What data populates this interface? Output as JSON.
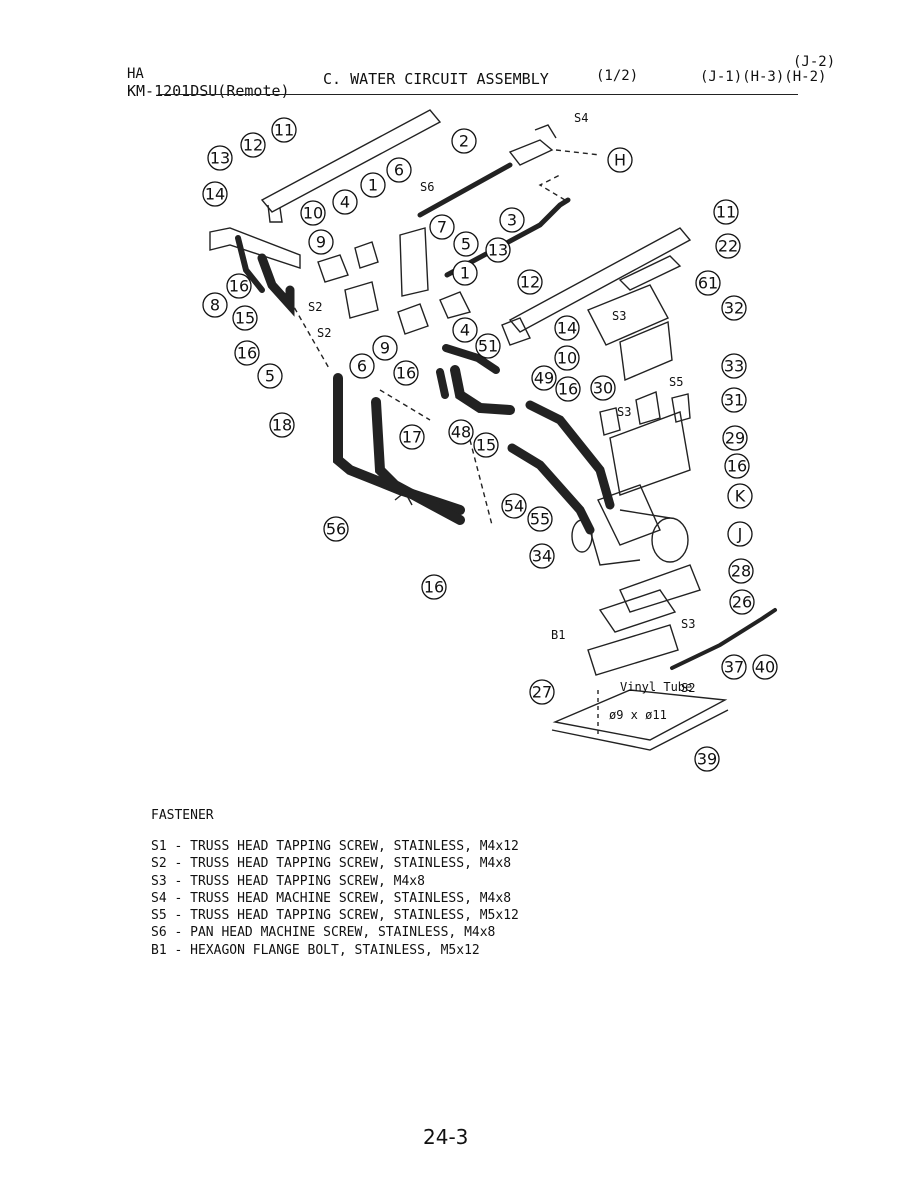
{
  "header": {
    "brand": "HA",
    "model": "KM-1201DSU(Remote)",
    "title": "C. WATER CIRCUIT ASSEMBLY",
    "part": "(1/2)",
    "ref_top": "(J-2)",
    "ref_bottom": "(J-1)(H-3)(H-2)"
  },
  "diagram": {
    "callouts": [
      "11",
      "12",
      "13",
      "14",
      "2",
      "H",
      "6",
      "S6",
      "1",
      "4",
      "10",
      "9",
      "8",
      "16",
      "15",
      "5",
      "7",
      "3",
      "13",
      "12",
      "11",
      "22",
      "61",
      "32",
      "S3",
      "S2",
      "S2",
      "6",
      "9",
      "4",
      "14",
      "51",
      "10",
      "49",
      "16",
      "30",
      "33",
      "S5",
      "S3",
      "31",
      "16",
      "18",
      "17",
      "48",
      "15",
      "29",
      "16",
      "K",
      "J",
      "54",
      "55",
      "34",
      "56",
      "16",
      "28",
      "26",
      "S3",
      "B1",
      "27",
      "37",
      "40",
      "S2",
      "39",
      "S4"
    ],
    "vinyl_tube_label": "Vinyl Tube",
    "vinyl_tube_size": "ø9 x ø11"
  },
  "fastener": {
    "title": "FASTENER",
    "items": [
      "S1 - TRUSS HEAD TAPPING SCREW, STAINLESS, M4x12",
      "S2 - TRUSS HEAD TAPPING SCREW, STAINLESS, M4x8",
      "S3 - TRUSS HEAD TAPPING SCREW, M4x8",
      "S4 - TRUSS HEAD MACHINE SCREW, STAINLESS, M4x8",
      "S5 - TRUSS HEAD TAPPING SCREW, STAINLESS, M5x12",
      "S6 - PAN HEAD MACHINE SCREW, STAINLESS, M4x8",
      "B1 - HEXAGON FLANGE BOLT, STAINLESS, M5x12"
    ]
  },
  "footer": {
    "page_number": "24-3"
  }
}
